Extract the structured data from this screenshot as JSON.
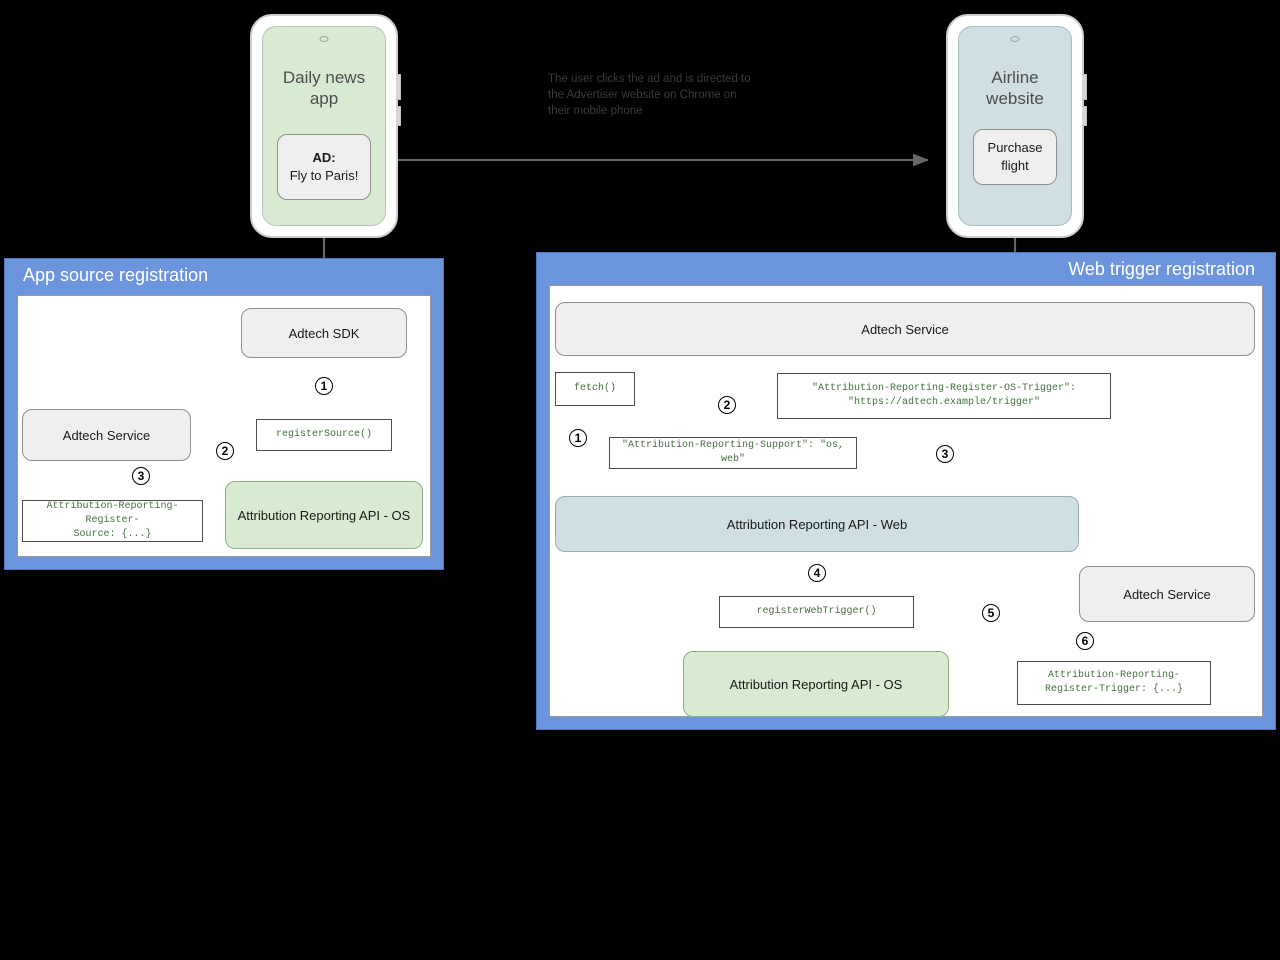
{
  "caption": {
    "text": "The user clicks the ad and is directed to\nthe Advertiser website on Chrome on\ntheir mobile phone"
  },
  "phones": [
    {
      "id": "publisher-phone",
      "title": "Daily news\napp",
      "screen_color": "#d9ead3",
      "card": {
        "line1": "AD:",
        "line2": "Fly to Paris!"
      }
    },
    {
      "id": "advertiser-phone",
      "title": "Airline\nwebsite",
      "screen_color": "#d0dfe3",
      "card": {
        "line1": "Purchase",
        "line2": "flight"
      }
    }
  ],
  "panels": {
    "app_source": {
      "title": "App source registration",
      "color": "#6c95de",
      "nodes": {
        "adtech_sdk": "Adtech SDK",
        "adtech_service": "Adtech Service",
        "ar_api_os": "Attribution Reporting API - OS"
      },
      "codeboxes": {
        "register_source": "registerSource()",
        "register_source_header": "Attribution-Reporting-Register-\nSource: {...}"
      },
      "steps": [
        "1",
        "2",
        "3"
      ]
    },
    "web_trigger": {
      "title": "Web trigger registration",
      "color": "#6c95de",
      "nodes": {
        "adtech_service_top": "Adtech Service",
        "ar_api_web": "Attribution Reporting API - Web",
        "ar_api_os": "Attribution Reporting API - OS",
        "adtech_service_right": "Adtech Service"
      },
      "codeboxes": {
        "fetch": "fetch()",
        "register_os_trigger": "\"Attribution-Reporting-Register-OS-Trigger\":\n\"https://adtech.example/trigger\"",
        "support_header": "\"Attribution-Reporting-Support\": \"os, web\"",
        "register_web_trigger": "registerWebTrigger()",
        "register_trigger_header": "Attribution-Reporting-\nRegister-Trigger: {...}"
      },
      "steps": [
        "1",
        "2",
        "3",
        "4",
        "5",
        "6"
      ]
    }
  },
  "colors": {
    "panel_blue": "#6c95de",
    "node_grey": "#efefef",
    "node_green": "#d9ead3",
    "node_blue": "#d0dfe3",
    "code_text_green": "#44703f",
    "arrow_grey": "#666666"
  }
}
